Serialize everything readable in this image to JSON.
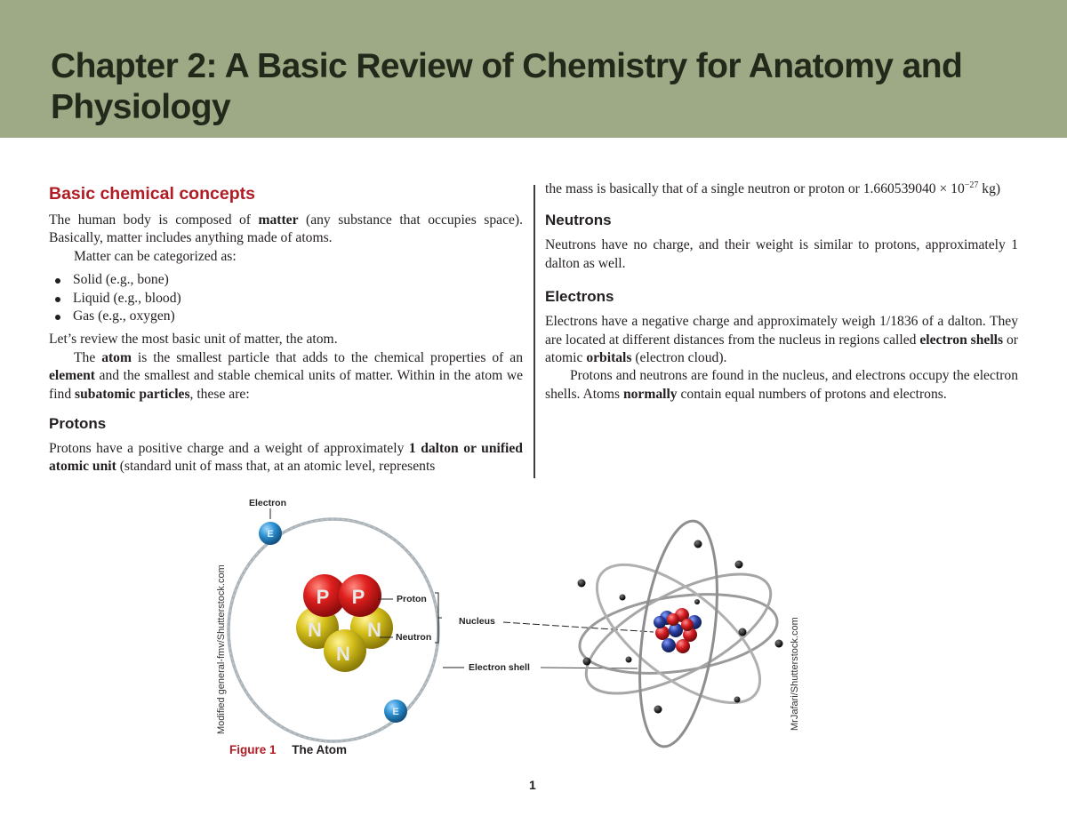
{
  "header": {
    "chapter_title": "Chapter 2: A Basic Review of Chemistry for Anatomy and Physiology",
    "band_color": "#9eaa86"
  },
  "left_column": {
    "section_heading": "Basic chemical concepts",
    "intro": {
      "t1": "The human body is composed of ",
      "b1": "matter",
      "t2": " (any substance that occupies space). Basically, matter includes anything made of atoms."
    },
    "categorized": "Matter can be categorized as:",
    "bullets": [
      "Solid (e.g., bone)",
      "Liquid (e.g., blood)",
      "Gas (e.g., oxygen)"
    ],
    "review": "Let’s review the most basic unit of matter, the atom.",
    "atom_para": {
      "t1": "The ",
      "b1": "atom",
      "t2": " is the smallest particle that adds to the chemical properties of an ",
      "b2": "element",
      "t3": " and the smallest and stable chemical units of matter. Within in the atom we find ",
      "b3": "subatomic particles",
      "t4": ", these are:"
    },
    "protons_heading": "Protons",
    "protons_para": {
      "t1": "Protons have a positive charge and a weight of approximately ",
      "b1": "1 dalton or unified atomic unit",
      "t2": " (standard unit of mass that, at an atomic level, represents"
    }
  },
  "right_column": {
    "continuation": {
      "t1": "the mass is basically that of a single neutron or proton or 1.660539040 × 10",
      "sup": "−27",
      "t2": " kg)"
    },
    "neutrons_heading": "Neutrons",
    "neutrons_para": "Neutrons have no charge, and their weight is similar to protons, approximately 1 dalton as well.",
    "electrons_heading": "Electrons",
    "electrons_para": {
      "t1": "Electrons have a negative charge and approximately weigh 1/1836 of a dalton. They are located at different distances from the nucleus in regions called ",
      "b1": "electron shells",
      "t2": " or atomic ",
      "b2": "orbitals",
      "t3": " (electron cloud)."
    },
    "nucleus_para": {
      "t1": "Protons and neutrons are found in the nucleus, and electrons occupy the electron shells. Atoms ",
      "b1": "normally",
      "t2": " contain equal numbers of protons and electrons."
    }
  },
  "figure": {
    "labels": {
      "electron": "Electron",
      "proton": "Proton",
      "neutron": "Neutron",
      "nucleus": "Nucleus",
      "electron_shell": "Electron shell"
    },
    "particle_letters": {
      "proton": "P",
      "neutron": "N",
      "electron": "E"
    },
    "credit_left": "Modified general-fmv/Shutterstock.com",
    "credit_right": "MrJafari/Shutterstock.com",
    "caption_number": "Figure 1",
    "caption_title": "The Atom",
    "colors": {
      "proton": "#e0201e",
      "neutron": "#d8c21c",
      "electron": "#2b8fd0",
      "caption_red": "#b01c24"
    }
  },
  "page_number": "1"
}
